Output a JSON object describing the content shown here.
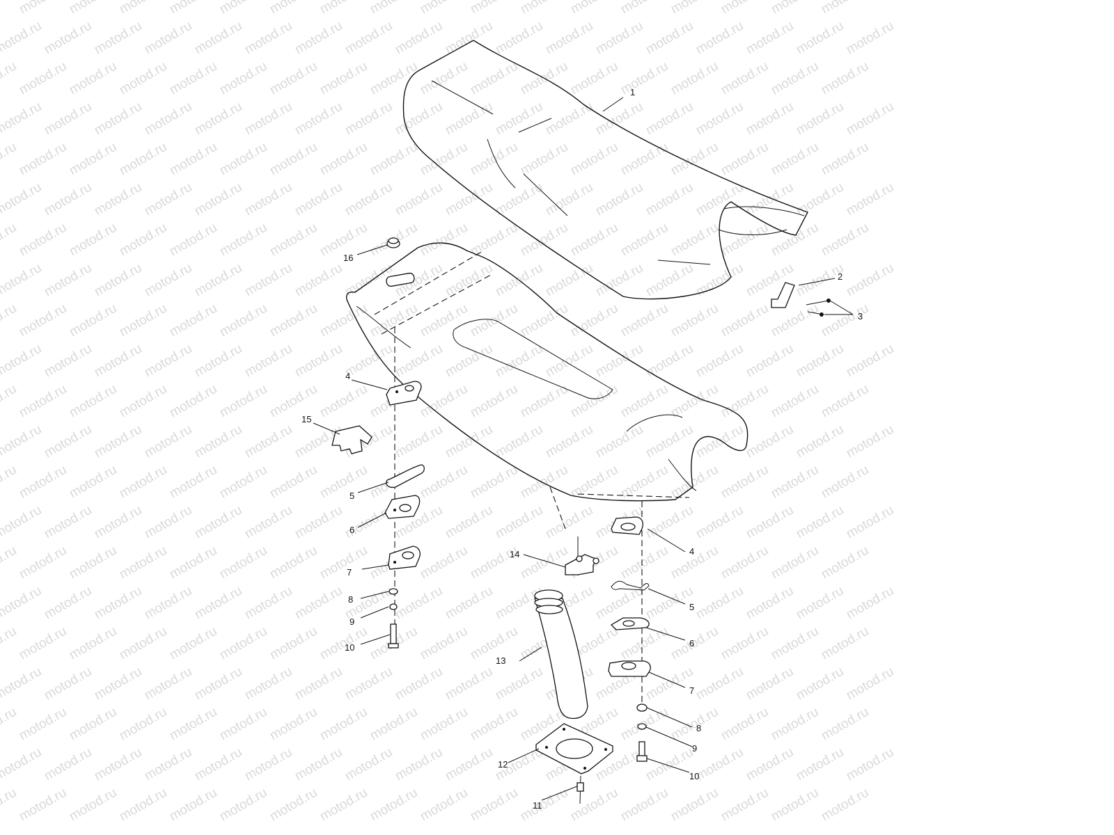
{
  "watermark": {
    "text": "motod.ru"
  },
  "callouts": [
    {
      "id": "c1",
      "text": "1"
    },
    {
      "id": "c2",
      "text": "2"
    },
    {
      "id": "c3",
      "text": "3"
    },
    {
      "id": "c4a",
      "text": "4"
    },
    {
      "id": "c15",
      "text": "15"
    },
    {
      "id": "c5a",
      "text": "5"
    },
    {
      "id": "c6a",
      "text": "6"
    },
    {
      "id": "c7a",
      "text": "7"
    },
    {
      "id": "c8a",
      "text": "8"
    },
    {
      "id": "c9a",
      "text": "9"
    },
    {
      "id": "c10a",
      "text": "10"
    },
    {
      "id": "c16",
      "text": "16"
    },
    {
      "id": "c14",
      "text": "14"
    },
    {
      "id": "c13",
      "text": "13"
    },
    {
      "id": "c12",
      "text": "12"
    },
    {
      "id": "c11",
      "text": "11"
    },
    {
      "id": "c4b",
      "text": "4"
    },
    {
      "id": "c5b",
      "text": "5"
    },
    {
      "id": "c6b",
      "text": "6"
    },
    {
      "id": "c7b",
      "text": "7"
    },
    {
      "id": "c8b",
      "text": "8"
    },
    {
      "id": "c9b",
      "text": "9"
    },
    {
      "id": "c10b",
      "text": "10"
    }
  ]
}
